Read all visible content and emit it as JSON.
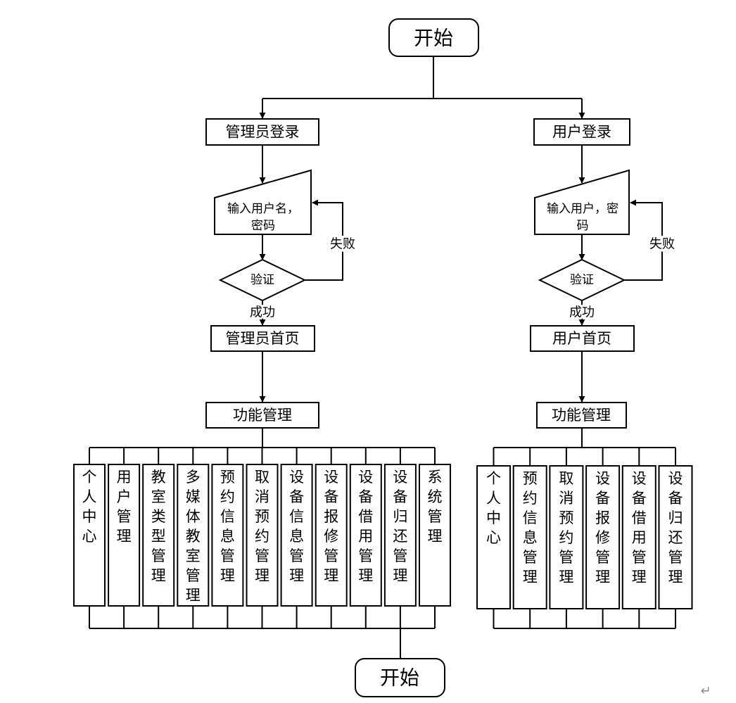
{
  "nodes": {
    "start_top": "开始",
    "admin_login": "管理员登录",
    "user_login": "用户登录",
    "admin_input": [
      "输入用户名，",
      "密码"
    ],
    "user_input": [
      "输入用户，密",
      "码"
    ],
    "admin_verify": "验证",
    "user_verify": "验证",
    "admin_fail": "失败",
    "user_fail": "失败",
    "admin_success": "成功",
    "user_success": "成功",
    "admin_home": "管理员首页",
    "user_home": "用户首页",
    "admin_func": "功能管理",
    "user_func": "功能管理",
    "end_bottom": "开始"
  },
  "admin_modules": [
    "个人中心",
    "用户管理",
    "教室类型管理",
    "多媒体教室管理",
    "预约信息管理",
    "取消预约管理",
    "设备信息管理",
    "设备报修管理",
    "设备借用管理",
    "设备归还管理",
    "系统管理"
  ],
  "user_modules": [
    "个人中心",
    "预约信息管理",
    "取消预约管理",
    "设备报修管理",
    "设备借用管理",
    "设备归还管理"
  ],
  "return_mark": "↵"
}
